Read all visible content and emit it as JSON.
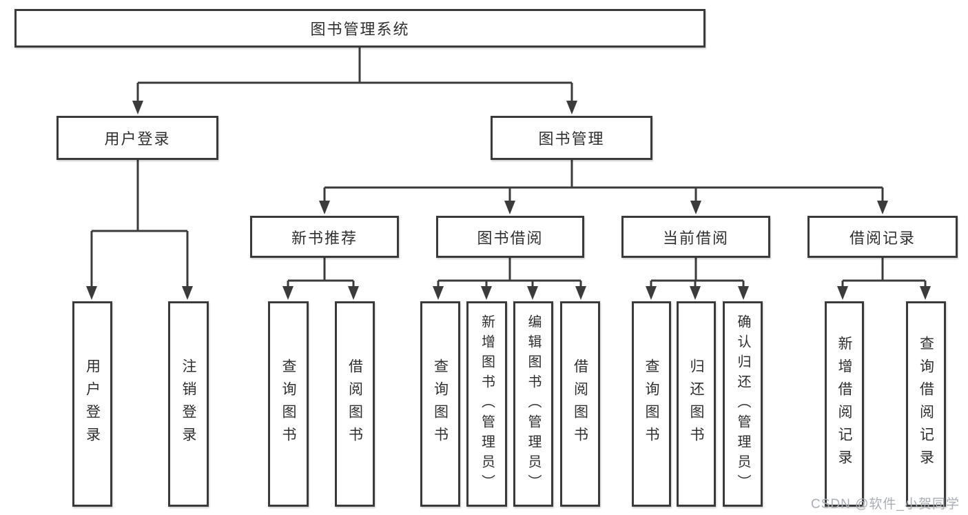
{
  "diagram": {
    "root": {
      "label": "图书管理系统",
      "children": [
        {
          "label": "用户登录",
          "children": [
            {
              "label": "用户登录"
            },
            {
              "label": "注销登录"
            }
          ]
        },
        {
          "label": "图书管理",
          "children": [
            {
              "label": "新书推荐",
              "children": [
                {
                  "label": "查询图书"
                },
                {
                  "label": "借阅图书"
                }
              ]
            },
            {
              "label": "图书借阅",
              "children": [
                {
                  "label": "查询图书"
                },
                {
                  "label": "新增图书（管理员）"
                },
                {
                  "label": "编辑图书（管理员）"
                },
                {
                  "label": "借阅图书"
                }
              ]
            },
            {
              "label": "当前借阅",
              "children": [
                {
                  "label": "查询图书"
                },
                {
                  "label": "归还图书"
                },
                {
                  "label": "确认归还（管理员）"
                }
              ]
            },
            {
              "label": "借阅记录",
              "children": [
                {
                  "label": "新增借阅记录"
                },
                {
                  "label": "查询借阅记录"
                }
              ]
            }
          ]
        }
      ]
    }
  },
  "colors": {
    "line": "#3b3b3b",
    "box_border": "#3a3a3a",
    "text": "#2f2f2f",
    "watermark": "#a9aeb6",
    "background": "#ffffff"
  },
  "watermark": {
    "text": "CSDN @软件_小贺同学"
  }
}
